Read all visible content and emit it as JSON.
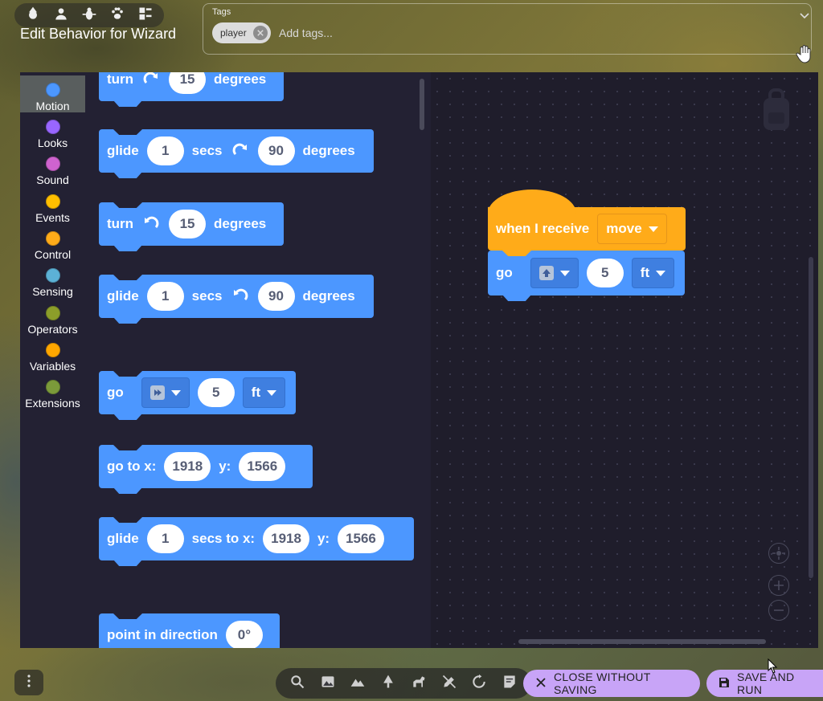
{
  "header": {
    "title": "Edit Behavior for Wizard",
    "tags_label": "Tags",
    "tags": [
      "player"
    ],
    "add_tags_placeholder": "Add tags..."
  },
  "top_icons": [
    "wizard-icon",
    "person-icon",
    "bug-icon",
    "paw-icon",
    "layout-icon"
  ],
  "categories": [
    {
      "label": "Motion",
      "color": "#4c97ff",
      "selected": true
    },
    {
      "label": "Looks",
      "color": "#9966ff"
    },
    {
      "label": "Sound",
      "color": "#cf63cf"
    },
    {
      "label": "Events",
      "color": "#ffbf00"
    },
    {
      "label": "Control",
      "color": "#ffab19"
    },
    {
      "label": "Sensing",
      "color": "#5cb1d6"
    },
    {
      "label": "Operators",
      "color": "#8c9e2a"
    },
    {
      "label": "Variables",
      "color": "#ffa700"
    },
    {
      "label": "Extensions",
      "color": "#7b9a3a"
    }
  ],
  "flyout": {
    "turn_cw": {
      "label": "turn",
      "value": "15",
      "unit": "degrees"
    },
    "glide_cw": {
      "label": "glide",
      "secs": "1",
      "secs_label": "secs",
      "value": "90",
      "unit": "degrees"
    },
    "turn_ccw": {
      "label": "turn",
      "value": "15",
      "unit": "degrees"
    },
    "glide_ccw": {
      "label": "glide",
      "secs": "1",
      "secs_label": "secs",
      "value": "90",
      "unit": "degrees"
    },
    "go": {
      "label": "go",
      "distance": "5",
      "unit": "ft"
    },
    "goto": {
      "label": "go to x:",
      "x": "1918",
      "y_label": "y:",
      "y": "1566"
    },
    "glide_to": {
      "label": "glide",
      "secs": "1",
      "secs_label": "secs to x:",
      "x": "1918",
      "y_label": "y:",
      "y": "1566"
    },
    "point": {
      "label": "point in direction",
      "value": "0°"
    }
  },
  "workspace": {
    "hat": {
      "label": "when I receive",
      "message": "move"
    },
    "go": {
      "label": "go",
      "distance": "5",
      "unit": "ft"
    }
  },
  "bottom": {
    "close_label": "CLOSE WITHOUT SAVING",
    "save_label": "SAVE AND RUN"
  },
  "colors": {
    "motion": "#4c97ff",
    "events": "#ffab19",
    "button": "#c8a4f7"
  }
}
